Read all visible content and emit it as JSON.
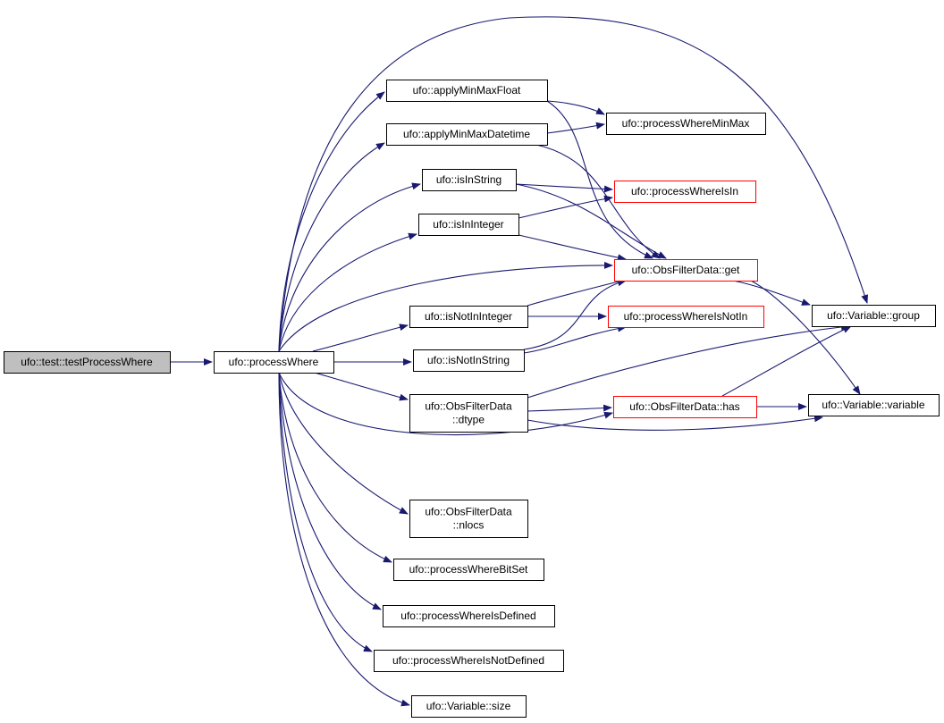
{
  "colors": {
    "edge": "#191970",
    "border_default": "#000000",
    "border_truncated": "#ff0000",
    "fill_default": "#ffffff",
    "fill_root": "#bfbfbf"
  },
  "nodes": [
    {
      "id": "testProcessWhere",
      "lines": [
        "ufo::test::testProcessWhere"
      ],
      "style": "root"
    },
    {
      "id": "processWhere",
      "lines": [
        "ufo::processWhere"
      ],
      "style": "default"
    },
    {
      "id": "applyMinMaxFloat",
      "lines": [
        "ufo::applyMinMaxFloat"
      ],
      "style": "default"
    },
    {
      "id": "applyMinMaxDatetime",
      "lines": [
        "ufo::applyMinMaxDatetime"
      ],
      "style": "default"
    },
    {
      "id": "isInString",
      "lines": [
        "ufo::isInString"
      ],
      "style": "default"
    },
    {
      "id": "isInInteger",
      "lines": [
        "ufo::isInInteger"
      ],
      "style": "default"
    },
    {
      "id": "isNotInInteger",
      "lines": [
        "ufo::isNotInInteger"
      ],
      "style": "default"
    },
    {
      "id": "isNotInString",
      "lines": [
        "ufo::isNotInString"
      ],
      "style": "default"
    },
    {
      "id": "dtype",
      "lines": [
        "ufo::ObsFilterData",
        "::dtype"
      ],
      "style": "default"
    },
    {
      "id": "nlocs",
      "lines": [
        "ufo::ObsFilterData",
        "::nlocs"
      ],
      "style": "default"
    },
    {
      "id": "processWhereBitSet",
      "lines": [
        "ufo::processWhereBitSet"
      ],
      "style": "default"
    },
    {
      "id": "processWhereIsDefined",
      "lines": [
        "ufo::processWhereIsDefined"
      ],
      "style": "default"
    },
    {
      "id": "processWhereIsNotDefined",
      "lines": [
        "ufo::processWhereIsNotDefined"
      ],
      "style": "default"
    },
    {
      "id": "variableSize",
      "lines": [
        "ufo::Variable::size"
      ],
      "style": "default"
    },
    {
      "id": "processWhereMinMax",
      "lines": [
        "ufo::processWhereMinMax"
      ],
      "style": "default"
    },
    {
      "id": "processWhereIsIn",
      "lines": [
        "ufo::processWhereIsIn"
      ],
      "style": "truncated"
    },
    {
      "id": "get",
      "lines": [
        "ufo::ObsFilterData::get"
      ],
      "style": "truncated"
    },
    {
      "id": "processWhereIsNotIn",
      "lines": [
        "ufo::processWhereIsNotIn"
      ],
      "style": "truncated"
    },
    {
      "id": "has",
      "lines": [
        "ufo::ObsFilterData::has"
      ],
      "style": "truncated"
    },
    {
      "id": "group",
      "lines": [
        "ufo::Variable::group"
      ],
      "style": "default"
    },
    {
      "id": "variable",
      "lines": [
        "ufo::Variable::variable"
      ],
      "style": "default"
    }
  ],
  "edges": [
    {
      "from": "testProcessWhere",
      "to": "processWhere"
    },
    {
      "from": "processWhere",
      "to": "applyMinMaxFloat"
    },
    {
      "from": "processWhere",
      "to": "applyMinMaxDatetime"
    },
    {
      "from": "processWhere",
      "to": "isInString"
    },
    {
      "from": "processWhere",
      "to": "isInInteger"
    },
    {
      "from": "processWhere",
      "to": "get"
    },
    {
      "from": "processWhere",
      "to": "isNotInInteger"
    },
    {
      "from": "processWhere",
      "to": "isNotInString"
    },
    {
      "from": "processWhere",
      "to": "dtype"
    },
    {
      "from": "processWhere",
      "to": "has"
    },
    {
      "from": "processWhere",
      "to": "nlocs"
    },
    {
      "from": "processWhere",
      "to": "processWhereBitSet"
    },
    {
      "from": "processWhere",
      "to": "processWhereIsDefined"
    },
    {
      "from": "processWhere",
      "to": "processWhereIsNotDefined"
    },
    {
      "from": "processWhere",
      "to": "variableSize"
    },
    {
      "from": "processWhere",
      "to": "group"
    },
    {
      "from": "applyMinMaxFloat",
      "to": "processWhereMinMax"
    },
    {
      "from": "applyMinMaxFloat",
      "to": "get"
    },
    {
      "from": "applyMinMaxDatetime",
      "to": "processWhereMinMax"
    },
    {
      "from": "applyMinMaxDatetime",
      "to": "get"
    },
    {
      "from": "isInString",
      "to": "processWhereIsIn"
    },
    {
      "from": "isInString",
      "to": "get"
    },
    {
      "from": "isInInteger",
      "to": "processWhereIsIn"
    },
    {
      "from": "isInInteger",
      "to": "get"
    },
    {
      "from": "isNotInInteger",
      "to": "get"
    },
    {
      "from": "isNotInInteger",
      "to": "processWhereIsNotIn"
    },
    {
      "from": "isNotInString",
      "to": "processWhereIsNotIn"
    },
    {
      "from": "isNotInString",
      "to": "get"
    },
    {
      "from": "dtype",
      "to": "has"
    },
    {
      "from": "dtype",
      "to": "group"
    },
    {
      "from": "dtype",
      "to": "variable"
    },
    {
      "from": "get",
      "to": "group"
    },
    {
      "from": "get",
      "to": "variable"
    },
    {
      "from": "has",
      "to": "group"
    },
    {
      "from": "has",
      "to": "variable"
    }
  ]
}
